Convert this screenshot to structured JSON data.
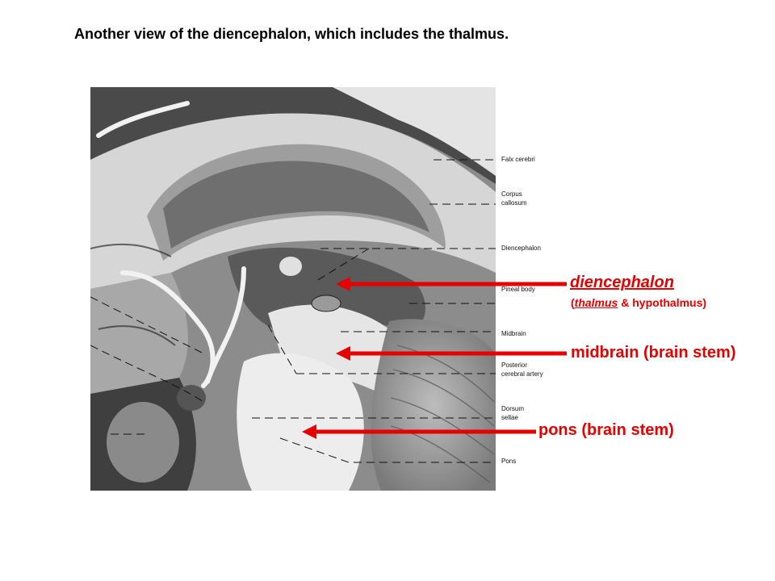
{
  "title": "Another view of the diencephalon, which includes the thalmus.",
  "plate_labels": {
    "falx": "Falx cerebri",
    "corpus_1": "Corpus",
    "corpus_2": "callosum",
    "diencephalon": "Diencephalon",
    "pineal": "Pineal body",
    "midbrain": "Midbrain",
    "pca_1": "Posterior",
    "pca_2": "cerebral artery",
    "dorsum_1": "Dorsum",
    "dorsum_2": "sellae",
    "pons": "Pons"
  },
  "annotations": {
    "diencephalon": "diencephalon",
    "diencephalon_sub_open": "(",
    "diencephalon_sub_term": "thalmus",
    "diencephalon_sub_rest": " & hypothalmus)",
    "midbrain": "midbrain (brain stem)",
    "pons": "pons (brain stem)"
  },
  "colors": {
    "annotation": "#e60000",
    "text": "#000000"
  }
}
